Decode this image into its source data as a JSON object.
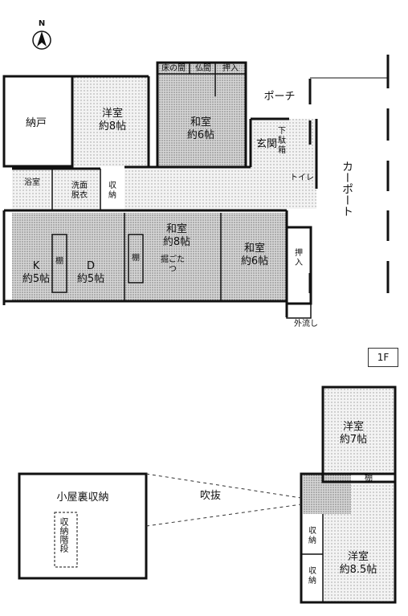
{
  "compass": {
    "label": "N"
  },
  "floor_badge": "1F",
  "rooms_1f": {
    "nando": "納戸",
    "yoshitsu8": "洋室\n約8帖",
    "washitsu6_top": "和室\n約6帖",
    "tokonoma": "床の間",
    "butsuma": "仏間",
    "oshiire_top": "押入",
    "porch": "ポーチ",
    "genkan": "玄関",
    "gesokubako": "下\n駄\n箱",
    "toilet": "トイレ",
    "yokushitsu": "浴室",
    "senmen": "洗面\n脱衣",
    "shuno": "収\n納",
    "kitchen": "K\n約5帖",
    "tana_k": "棚",
    "dining": "D\n約5帖",
    "tana_d": "棚",
    "washitsu8": "和室\n約8帖",
    "horigotatsu": "掘ごた\nつ",
    "washitsu6_right": "和室\n約6帖",
    "oshiire_right": "押\n入",
    "sotomizu": "外流し",
    "carport": "カーポート"
  },
  "rooms_2f": {
    "yoshitsu7": "洋室\n約7帖",
    "tana": "棚",
    "yoshitsu85": "洋室\n約8.5帖",
    "shuno_a": "収\n納",
    "shuno_b": "収\n納",
    "fukinuke": "吹抜"
  },
  "attic": {
    "title": "小屋裏収納",
    "stairs": "収納階段"
  },
  "colors": {
    "wall": "#111111",
    "fill_light": "#ececec",
    "fill_medium": "#cfcfcf",
    "fill_dark": "#bdbdbd"
  }
}
